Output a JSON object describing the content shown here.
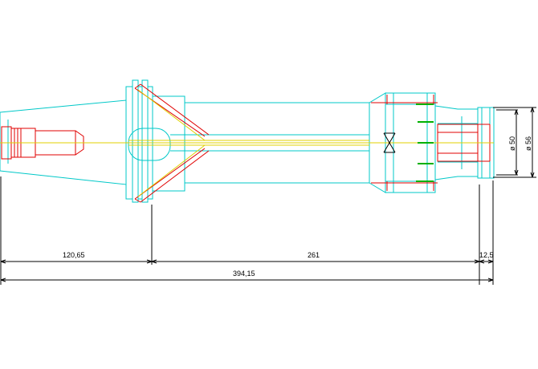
{
  "colors": {
    "body": "#00c8c8",
    "red": "#e00000",
    "centerline": "#e0d000",
    "green": "#00b000",
    "dimension": "#000000",
    "background": "#ffffff"
  },
  "dimensions": {
    "length_1": "120,65",
    "length_2": "261",
    "length_3": "12,5",
    "total_length": "394,15",
    "diameter_1": "ø 50",
    "diameter_2": "ø 56"
  }
}
